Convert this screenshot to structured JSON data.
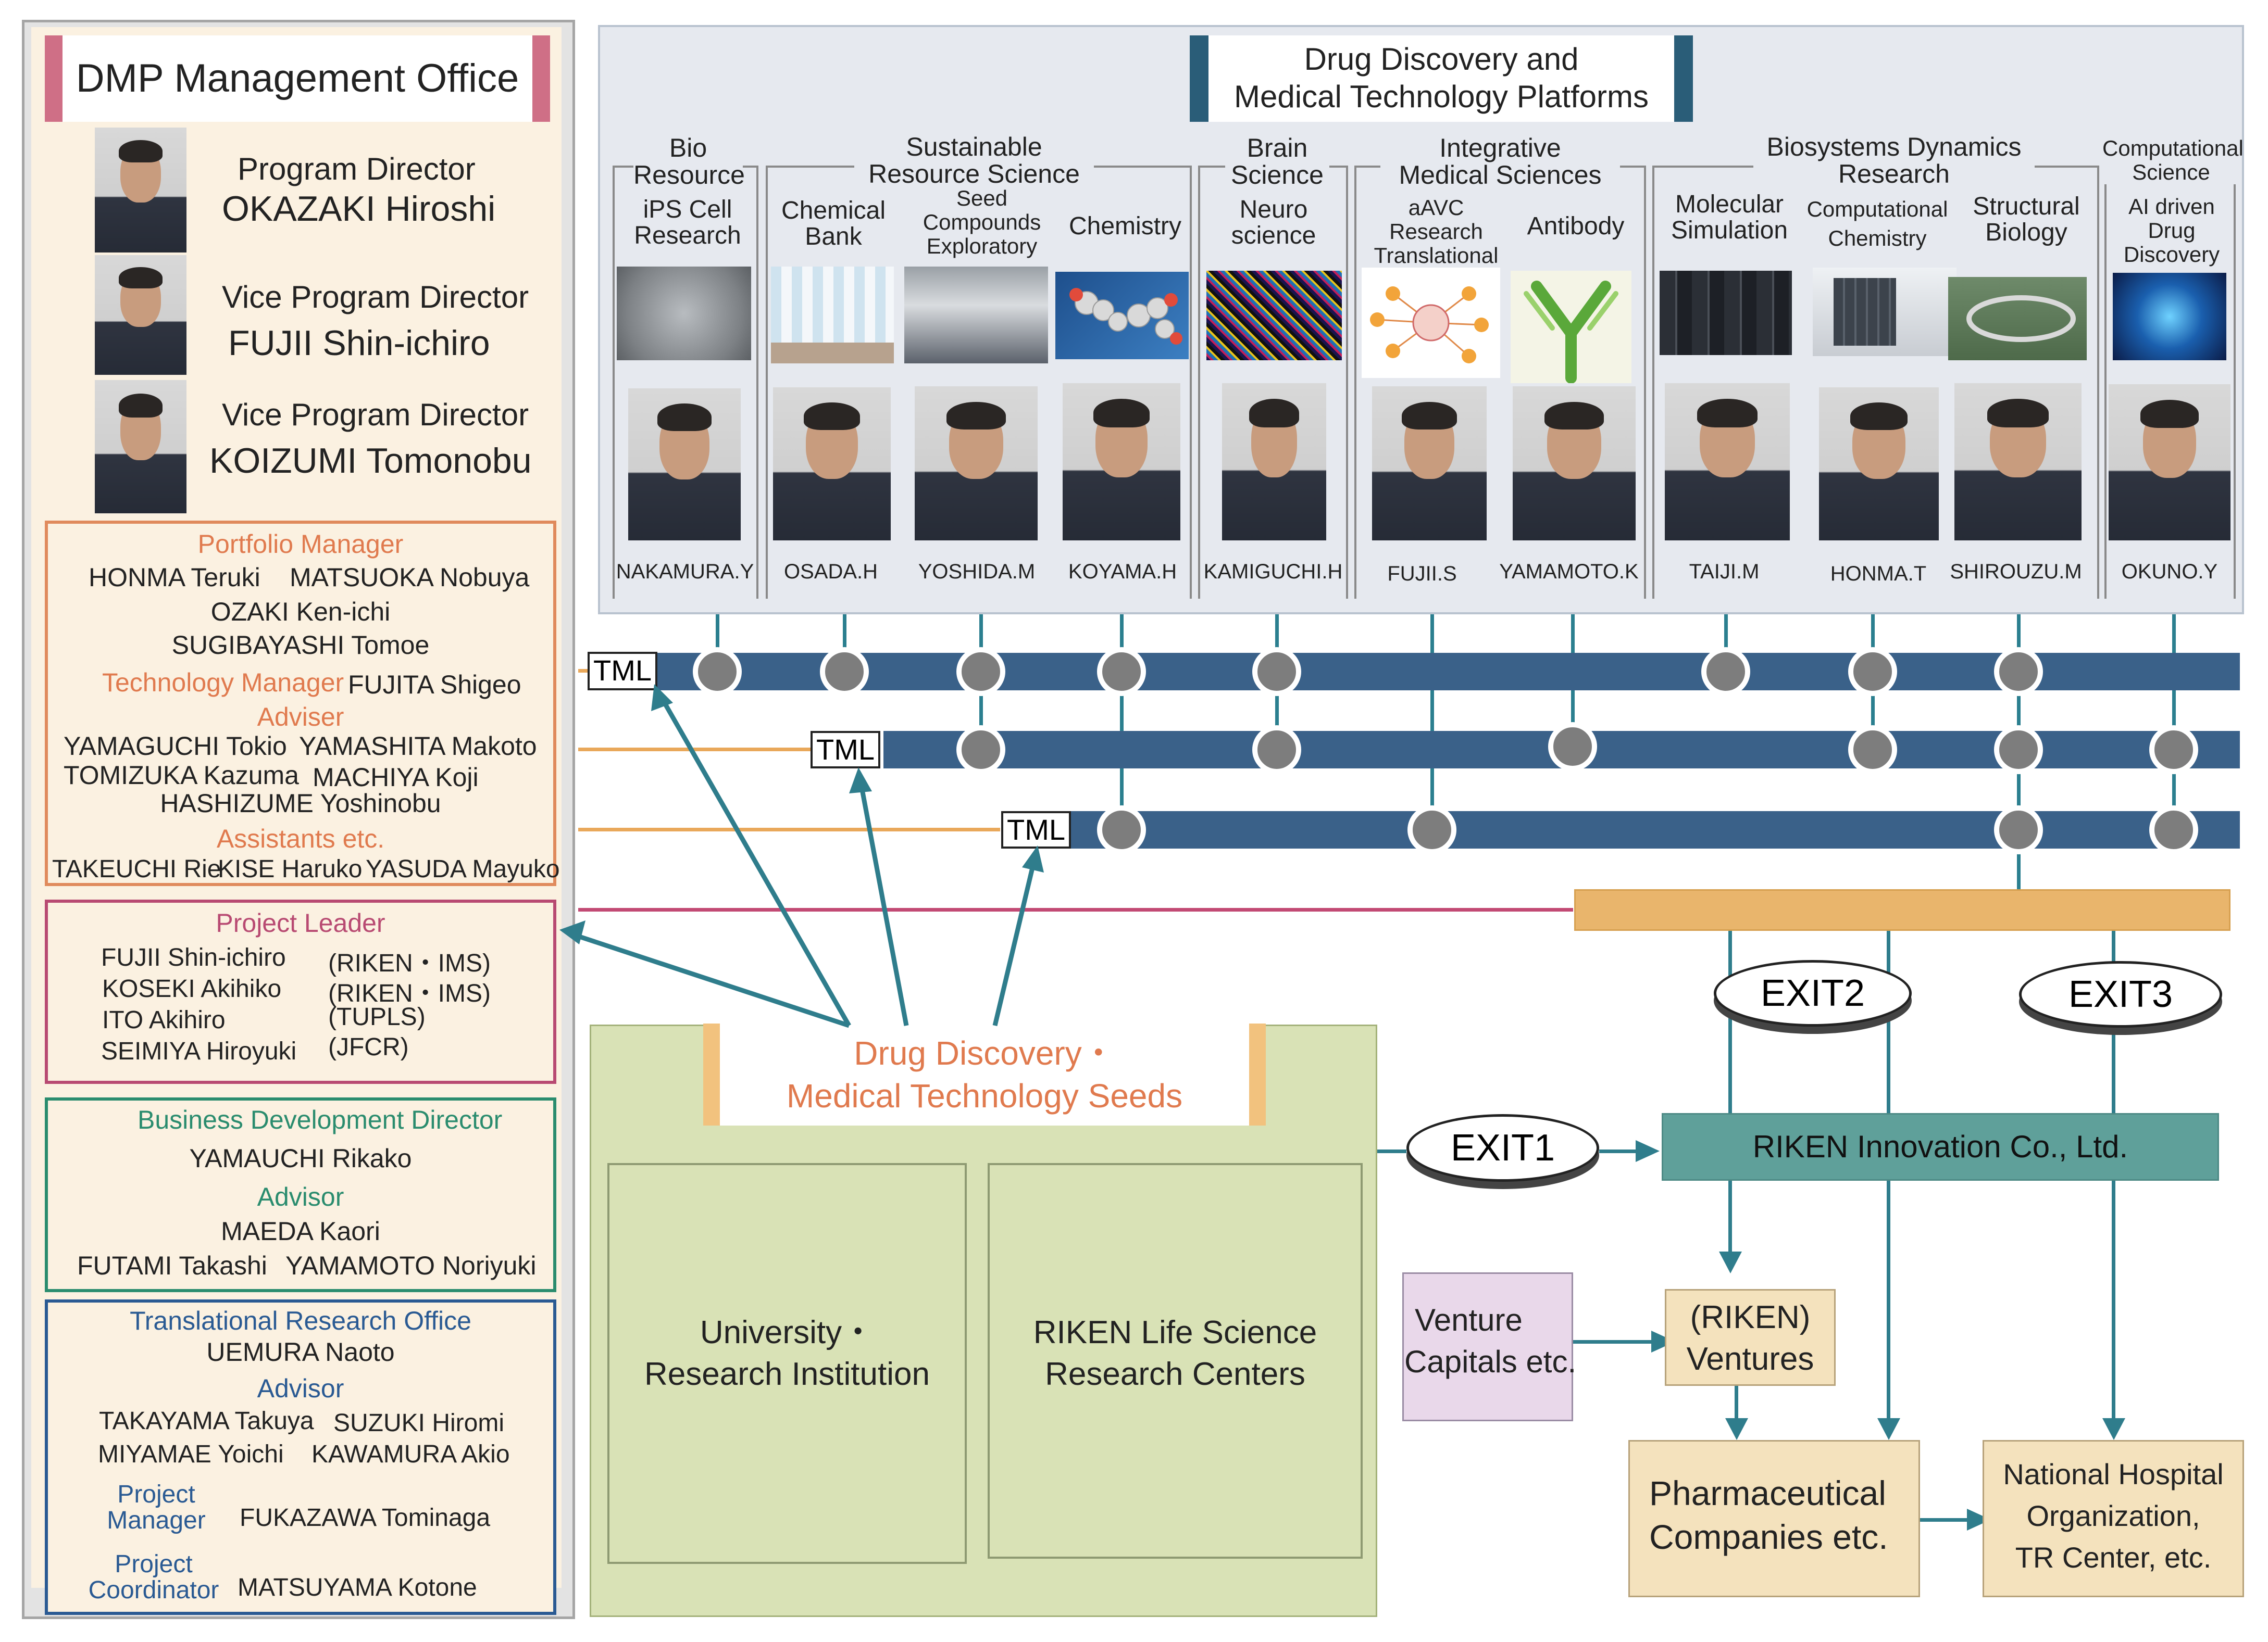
{
  "management": {
    "title": "DMP Management Office",
    "people": [
      {
        "role": "Program Director",
        "name": "OKAZAKI Hiroshi"
      },
      {
        "role": "Vice Program Director",
        "name": "FUJII  Shin-ichiro"
      },
      {
        "role": "Vice Program Director",
        "name": "KOIZUMI Tomonobu"
      }
    ],
    "portfolio": {
      "heading": "Portfolio Manager",
      "line1a": "HONMA Teruki",
      "line1b": "MATSUOKA Nobuya",
      "line2": "OZAKI Ken-ichi",
      "line3": "SUGIBAYASHI Tomoe",
      "tech_heading": "Technology Manager",
      "tech_name": "FUJITA Shigeo",
      "adviser_heading": "Adviser",
      "adv1a": "YAMAGUCHI Tokio",
      "adv1b": "YAMASHITA Makoto",
      "adv2a": "TOMIZUKA Kazuma",
      "adv2b": "MACHIYA Koji",
      "adv3": "HASHIZUME Yoshinobu",
      "assist_heading": "Assistants etc.",
      "assist1": "TAKEUCHI Rie",
      "assist2": "KISE Haruko",
      "assist3": "YASUDA Mayuko"
    },
    "project_leader": {
      "heading": "Project Leader",
      "rows": [
        {
          "name": "FUJII Shin-ichiro",
          "org": "(RIKEN・IMS)"
        },
        {
          "name": "KOSEKI Akihiko",
          "org": "(RIKEN・IMS)"
        },
        {
          "name": "ITO Akihiro",
          "org": "(TUPLS)"
        },
        {
          "name": "SEIMIYA Hiroyuki",
          "org": "(JFCR)"
        }
      ]
    },
    "business": {
      "heading": "Business Development Director",
      "name": "YAMAUCHI Rikako",
      "advisor_heading": "Advisor",
      "adv1": "MAEDA Kaori",
      "adv2a": "FUTAMI Takashi",
      "adv2b": "YAMAMOTO Noriyuki"
    },
    "translational": {
      "heading": "Translational Research Office",
      "name": "UEMURA Naoto",
      "advisor_heading": "Advisor",
      "adv1a": "TAKAYAMA Takuya",
      "adv1b": "SUZUKI Hiromi",
      "adv2a": "MIYAMAE Yoichi",
      "adv2b": "KAWAMURA Akio",
      "pm_label1": "Project",
      "pm_label2": "Manager",
      "pm_name": "FUKAZAWA Tominaga",
      "pc_label1": "Project",
      "pc_label2": "Coordinator",
      "pc_name": "MATSUYAMA Kotone"
    }
  },
  "platforms": {
    "title_line1": "Drug Discovery and",
    "title_line2": "Medical Technology Platforms",
    "groups": {
      "bio": [
        "Bio",
        "Resource"
      ],
      "sustain": [
        "Sustainable",
        "Resource Science"
      ],
      "brain": [
        "Brain",
        "Science"
      ],
      "integ": [
        "Integrative",
        "Medical   Sciences"
      ],
      "biosys": [
        "Biosystems Dynamics",
        "Research"
      ],
      "comp": [
        "Computational",
        "Science"
      ]
    },
    "units": {
      "ips": [
        "iPS Cell",
        "Research"
      ],
      "chembank": [
        "Chemical",
        "Bank"
      ],
      "seed": [
        "Seed",
        "Compounds",
        "Exploratory"
      ],
      "chemistry": "Chemistry",
      "neuro": [
        "Neuro",
        "science"
      ],
      "aavc": [
        "aAVC",
        "Research",
        "Translational"
      ],
      "antibody": "Antibody",
      "molsim": [
        "Molecular",
        "Simulation"
      ],
      "compchem": [
        "Computational",
        "Chemistry"
      ],
      "structbio": [
        "Structural",
        "Biology"
      ],
      "aidrug": [
        "AI driven",
        "Drug",
        "Discovery"
      ]
    },
    "people": [
      "NAKAMURA.Y",
      "OSADA.H",
      "YOSHIDA.M",
      "KOYAMA.H",
      "KAMIGUCHI.H",
      "FUJII.S",
      "YAMAMOTO.K",
      "TAIJI.M",
      "HONMA.T",
      "SHIROUZU.M",
      "OKUNO.Y"
    ]
  },
  "flow": {
    "tml": "TML",
    "exit1": "EXIT1",
    "exit2": "EXIT2",
    "exit3": "EXIT3",
    "seeds_line1": "Drug Discovery・",
    "seeds_line2": "Medical Technology Seeds",
    "university": [
      "University・",
      "Research Institution"
    ],
    "riken_ls": [
      "RIKEN Life Science",
      "Research Centers"
    ],
    "riken_innovation": "RIKEN Innovation Co., Ltd.",
    "venture_capitals": [
      "Venture",
      "Capitals etc."
    ],
    "riken_ventures": [
      "(RIKEN)",
      "Ventures"
    ],
    "pharma": [
      "Pharmaceutical",
      "Companies etc."
    ],
    "nho": [
      "National Hospital",
      "Organization,",
      "TR Center,  etc."
    ]
  },
  "colors": {
    "track": "#3a6189",
    "teal": "#2f7d8c",
    "orange_line": "#e9a85a",
    "magenta_line": "#c24a74",
    "portfolio_border": "#e08a5c",
    "leader_border": "#b84a72",
    "business_border": "#2a8c6e",
    "translational_border": "#2a5a93",
    "bar_orange": "#e9b56c"
  }
}
